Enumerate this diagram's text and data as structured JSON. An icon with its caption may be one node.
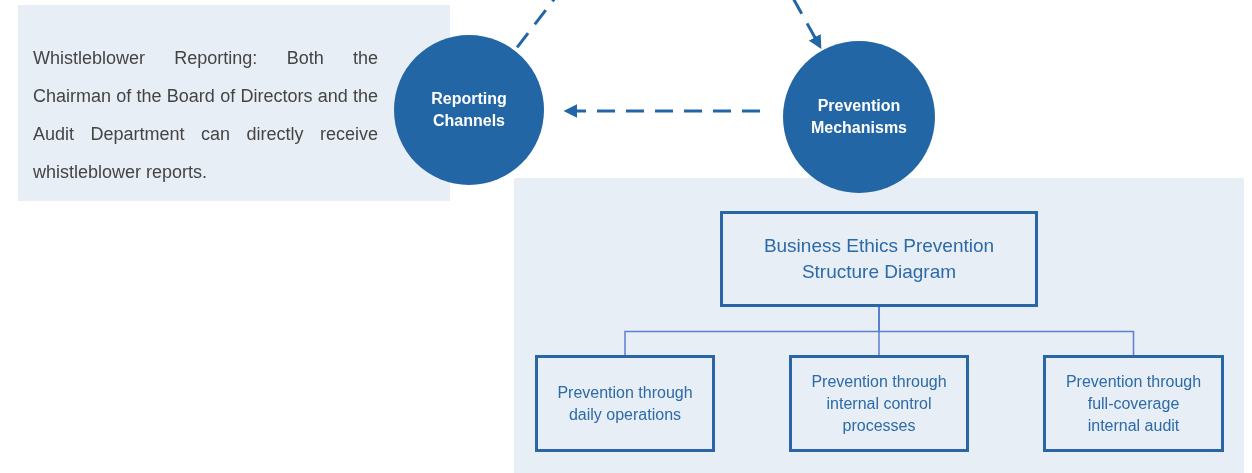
{
  "diagram": {
    "nodes": [
      {
        "text": [
          "Whistleblower Reporting: Both the Chairman of the Board of Directors and the Audit Department can directly receive whistleblower reports."
        ]
      },
      {
        "text": [
          "Reporting Channels"
        ]
      },
      {
        "text": [
          "Prevention Mechanisms"
        ]
      },
      {
        "text": [],
        "shape": "box"
      },
      {
        "text": [
          "Business Ethics Prevention Structure Diagram"
        ],
        "in": 3
      },
      {
        "text": [
          "Prevention through daily operations"
        ],
        "in": 3
      },
      {
        "text": [
          "Prevention through internal control processes"
        ],
        "in": 3
      },
      {
        "text": [
          "Prevention through full-coverage internal audit"
        ],
        "in": 3
      }
    ],
    "edges": [
      {
        "from": 1,
        "to": null,
        "arrow": "none",
        "style": "dashed",
        "color": "#2266a5"
      },
      {
        "from": null,
        "to": 2,
        "arrow": "to",
        "style": "dashed",
        "color": "#2266a5"
      },
      {
        "from": 2,
        "to": 1,
        "arrow": "to",
        "style": "dashed",
        "color": "#2266a5"
      },
      {
        "from": 4,
        "to": 5,
        "arrow": "none"
      },
      {
        "from": 4,
        "to": 6,
        "arrow": "none"
      },
      {
        "from": 4,
        "to": 7,
        "arrow": "none"
      }
    ]
  }
}
